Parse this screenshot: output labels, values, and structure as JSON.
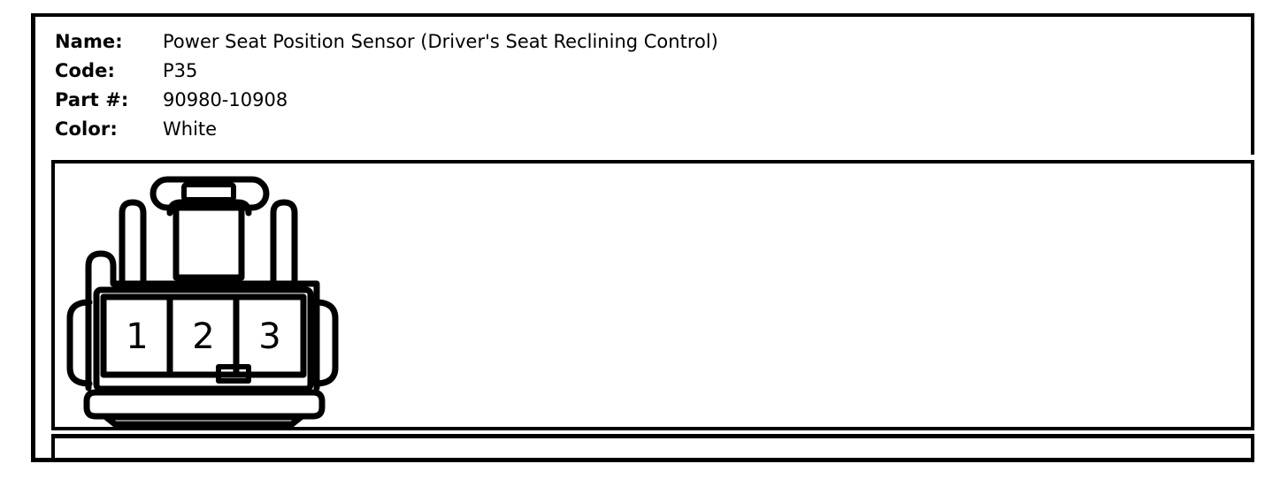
{
  "sheet": {
    "spec_rows": [
      {
        "label": "Name:",
        "value": "Power Seat Position Sensor (Driver's Seat Reclining Control)"
      },
      {
        "label": "Code:",
        "value": "P35"
      },
      {
        "label": "Part #:",
        "value": "90980-10908"
      },
      {
        "label": "Color:",
        "value": "White"
      }
    ]
  },
  "figure": {
    "title": "connector-front-view",
    "connector": {
      "type": "3-pin automotive connector, front view",
      "cavity_count": 3,
      "pins": [
        {
          "number": "1"
        },
        {
          "number": "2"
        },
        {
          "number": "3"
        }
      ],
      "features": [
        "top-latch",
        "left-guide-post",
        "right-guide-post",
        "left-wing-tab",
        "right-wing-tab",
        "bottom-keying-notch",
        "base-skirt"
      ]
    }
  },
  "colors": {
    "ink": "#000000",
    "paper": "#ffffff"
  }
}
